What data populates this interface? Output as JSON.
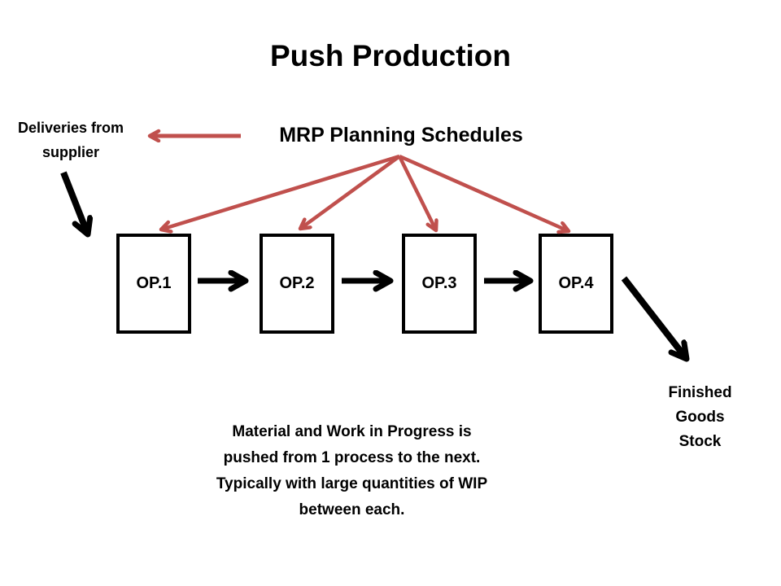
{
  "title": "Push Production",
  "supplier_label": {
    "line1": "Deliveries from",
    "line2": "supplier"
  },
  "mrp_label": "MRP Planning Schedules",
  "operations": [
    {
      "label": "OP.1"
    },
    {
      "label": "OP.2"
    },
    {
      "label": "OP.3"
    },
    {
      "label": "OP.4"
    }
  ],
  "finished_goods_label": {
    "line1": "Finished",
    "line2": "Goods",
    "line3": "Stock"
  },
  "note": {
    "line1": "Material and Work in Progress is",
    "line2": "pushed from 1 process to the next.",
    "line3": "Typically with large quantities of WIP",
    "line4": "between each."
  },
  "colors": {
    "arrow_red": "#C0504D",
    "arrow_black": "#000000",
    "background": "#FFFFFF",
    "text": "#000000"
  },
  "connections": [
    {
      "from": "MRP Planning Schedules",
      "to": "Deliveries from supplier",
      "style": "red"
    },
    {
      "from": "MRP Planning Schedules",
      "to": "OP.1",
      "style": "red"
    },
    {
      "from": "MRP Planning Schedules",
      "to": "OP.2",
      "style": "red"
    },
    {
      "from": "MRP Planning Schedules",
      "to": "OP.3",
      "style": "red"
    },
    {
      "from": "MRP Planning Schedules",
      "to": "OP.4",
      "style": "red"
    },
    {
      "from": "Deliveries from supplier",
      "to": "OP.1",
      "style": "black"
    },
    {
      "from": "OP.1",
      "to": "OP.2",
      "style": "black"
    },
    {
      "from": "OP.2",
      "to": "OP.3",
      "style": "black"
    },
    {
      "from": "OP.3",
      "to": "OP.4",
      "style": "black"
    },
    {
      "from": "OP.4",
      "to": "Finished Goods Stock",
      "style": "black"
    }
  ]
}
